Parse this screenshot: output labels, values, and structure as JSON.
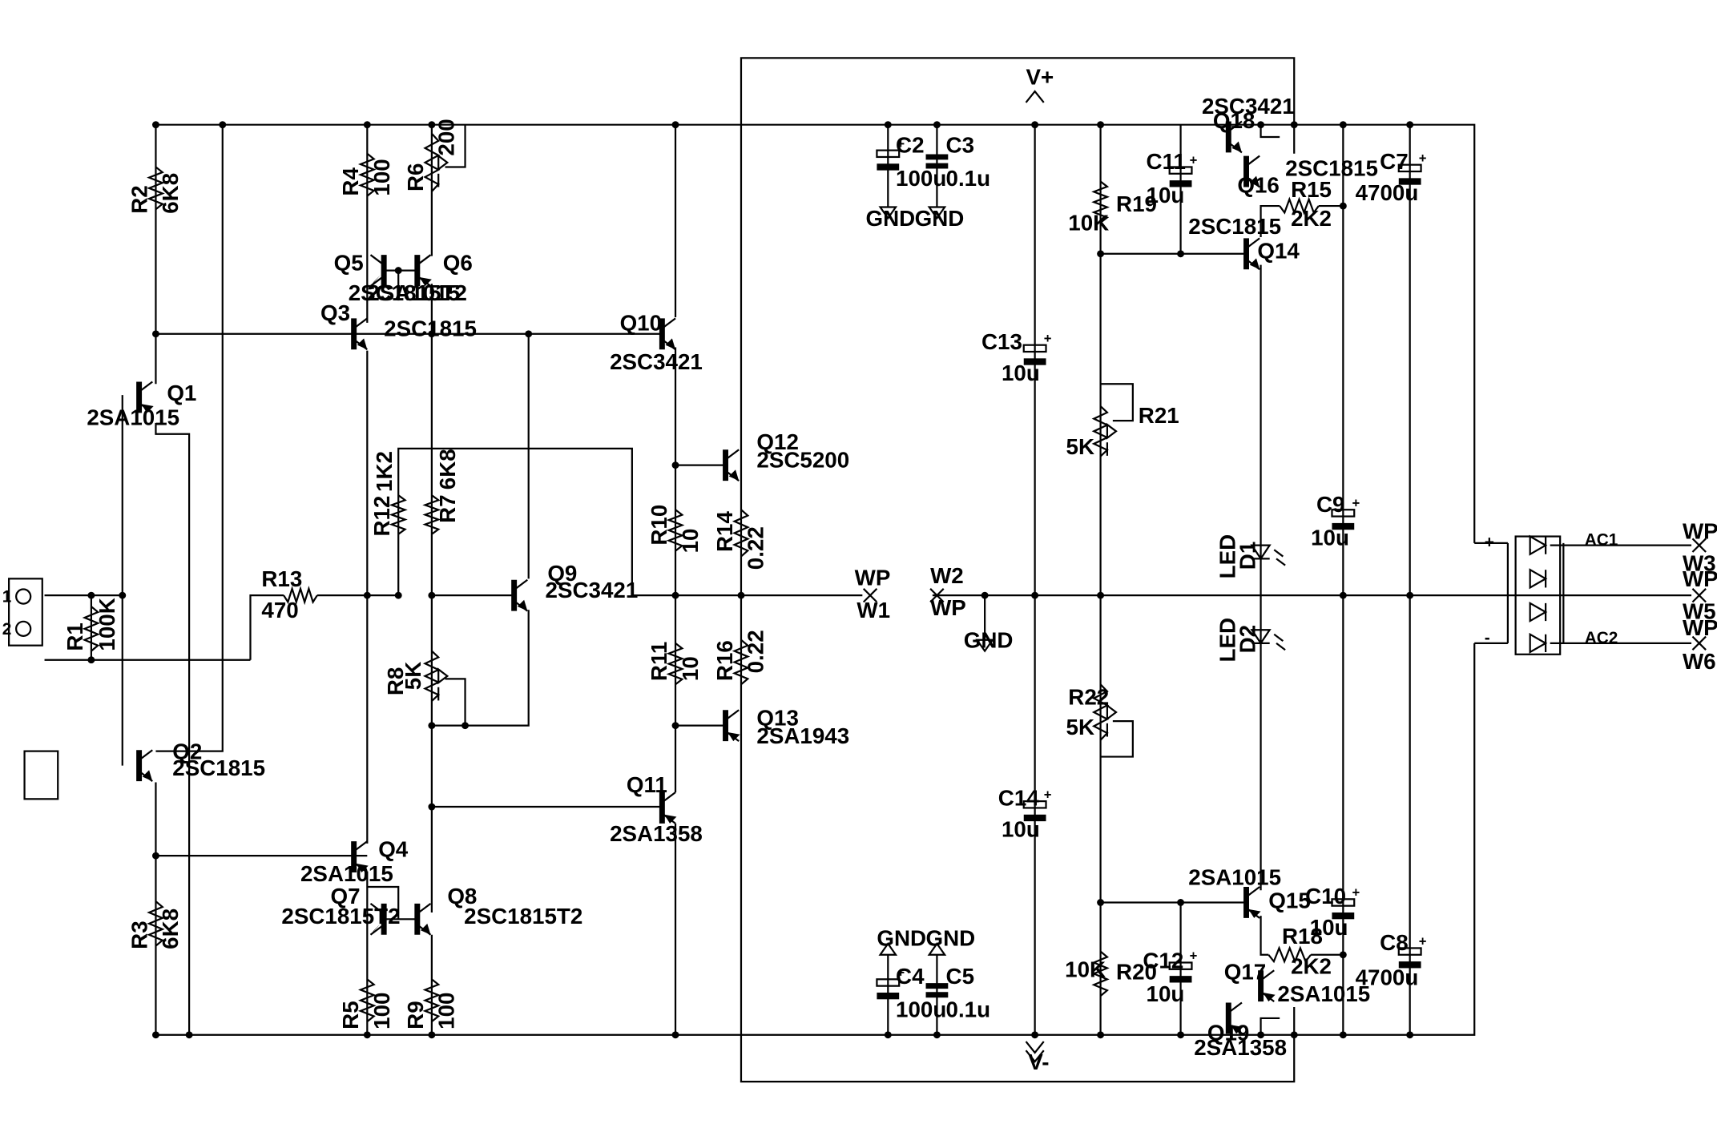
{
  "schematic": {
    "labels": {
      "vplus": "V+",
      "vminus": "V-",
      "gnd": "GND",
      "wp": "WP",
      "w1": "W1",
      "w2": "W2",
      "w3": "W3",
      "w5": "W5",
      "w6": "W6",
      "ac1": "AC1",
      "ac2": "AC2",
      "plus": "+",
      "minus": "-"
    },
    "transistors": [
      {
        "ref": "Q1",
        "part": "2SA1015"
      },
      {
        "ref": "Q2",
        "part": "2SC1815"
      },
      {
        "ref": "Q3",
        "part": "2SC1815"
      },
      {
        "ref": "Q4",
        "part": "2SA1015"
      },
      {
        "ref": "Q5",
        "part": "2SC1815T2"
      },
      {
        "ref": "Q6",
        "part": "2SA1015"
      },
      {
        "ref": "Q7",
        "part": "2SC1815T2"
      },
      {
        "ref": "Q8",
        "part": "2SC1815T2"
      },
      {
        "ref": "Q9",
        "part": "2SC3421"
      },
      {
        "ref": "Q10",
        "part": "2SC3421"
      },
      {
        "ref": "Q11",
        "part": "2SA1358"
      },
      {
        "ref": "Q12",
        "part": "2SC5200"
      },
      {
        "ref": "Q13",
        "part": "2SA1943"
      },
      {
        "ref": "Q14",
        "part": "2SC1815"
      },
      {
        "ref": "Q15",
        "part": "2SA1015"
      },
      {
        "ref": "Q16",
        "part": "2SC1815"
      },
      {
        "ref": "Q17",
        "part": "2SA1015"
      },
      {
        "ref": "Q18",
        "part": "2SC3421"
      },
      {
        "ref": "Q19",
        "part": "2SA1358"
      }
    ],
    "resistors": [
      {
        "ref": "R1",
        "value": "100K"
      },
      {
        "ref": "R2",
        "value": "6K8"
      },
      {
        "ref": "R3",
        "value": "6K8"
      },
      {
        "ref": "R4",
        "value": "100"
      },
      {
        "ref": "R5",
        "value": "100"
      },
      {
        "ref": "R6",
        "value": "200"
      },
      {
        "ref": "R7",
        "value": "6K8"
      },
      {
        "ref": "R8",
        "value": "5K"
      },
      {
        "ref": "R9",
        "value": "100"
      },
      {
        "ref": "R10",
        "value": "10"
      },
      {
        "ref": "R11",
        "value": "10"
      },
      {
        "ref": "R12",
        "value": "1K2"
      },
      {
        "ref": "R13",
        "value": "470"
      },
      {
        "ref": "R14",
        "value": "0.22"
      },
      {
        "ref": "R15",
        "value": "2K2"
      },
      {
        "ref": "R16",
        "value": "0.22"
      },
      {
        "ref": "R18",
        "value": "2K2"
      },
      {
        "ref": "R19",
        "value": "10K"
      },
      {
        "ref": "R20",
        "value": "10K"
      },
      {
        "ref": "R21",
        "value": "5K"
      },
      {
        "ref": "R22",
        "value": "5K"
      }
    ],
    "capacitors": [
      {
        "ref": "C2",
        "value": "100u"
      },
      {
        "ref": "C3",
        "value": "0.1u"
      },
      {
        "ref": "C4",
        "value": "100u"
      },
      {
        "ref": "C5",
        "value": "0.1u"
      },
      {
        "ref": "C7",
        "value": "4700u"
      },
      {
        "ref": "C8",
        "value": "4700u"
      },
      {
        "ref": "C9",
        "value": "10u"
      },
      {
        "ref": "C10",
        "value": "10u"
      },
      {
        "ref": "C11",
        "value": "10u"
      },
      {
        "ref": "C12",
        "value": "10u"
      },
      {
        "ref": "C13",
        "value": "10u"
      },
      {
        "ref": "C14",
        "value": "10u"
      }
    ],
    "leds": [
      {
        "ref": "D1",
        "type": "LED"
      },
      {
        "ref": "D2",
        "type": "LED"
      }
    ],
    "connector": {
      "pin1": "1",
      "pin2": "2"
    }
  }
}
